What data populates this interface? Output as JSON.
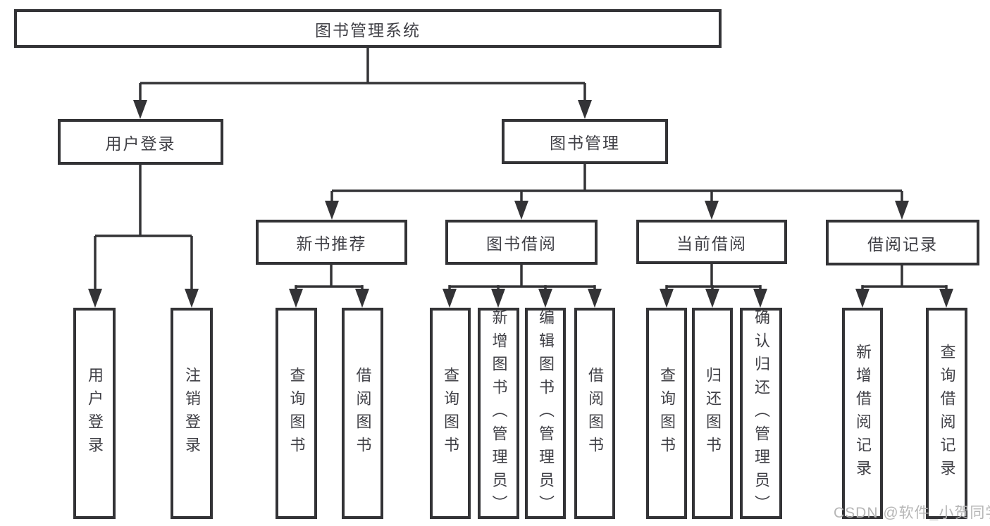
{
  "diagram": {
    "type": "hierarchy-tree",
    "title": "图书管理系统",
    "hierarchy": {
      "label": "图书管理系统",
      "children": [
        {
          "label": "用户登录",
          "children": [
            {
              "label": "用户登录"
            },
            {
              "label": "注销登录"
            }
          ]
        },
        {
          "label": "图书管理",
          "children": [
            {
              "label": "新书推荐",
              "children": [
                {
                  "label": "查询图书"
                },
                {
                  "label": "借阅图书"
                }
              ]
            },
            {
              "label": "图书借阅",
              "children": [
                {
                  "label": "查询图书"
                },
                {
                  "label": "新增图书（管理员）"
                },
                {
                  "label": "编辑图书（管理员）"
                },
                {
                  "label": "借阅图书"
                }
              ]
            },
            {
              "label": "当前借阅",
              "children": [
                {
                  "label": "查询图书"
                },
                {
                  "label": "归还图书"
                },
                {
                  "label": "确认归还（管理员）"
                }
              ]
            },
            {
              "label": "借阅记录",
              "children": [
                {
                  "label": "新增借阅记录"
                },
                {
                  "label": "查询借阅记录"
                }
              ]
            }
          ]
        }
      ]
    },
    "watermark": "CSDN @软件_小贺同学",
    "colors": {
      "border": "#333336",
      "line": "#333336",
      "text": "#404046",
      "background": "#ffffff",
      "watermark": "#b6b6b6"
    }
  }
}
